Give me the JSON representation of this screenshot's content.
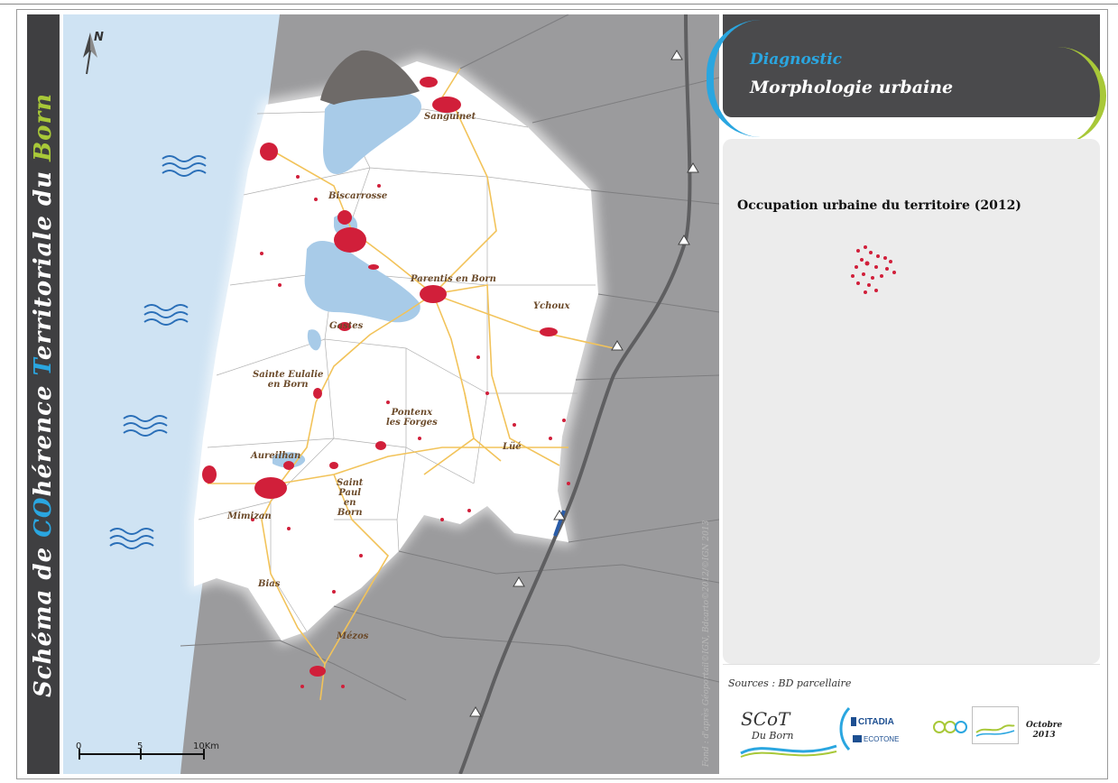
{
  "sidebar": {
    "title_prefix": "Schéma de ",
    "title_acc1": "CO",
    "title_mid1": "hérence ",
    "title_acc2": "T",
    "title_mid2": "erritoriale du ",
    "title_acc3": "Born"
  },
  "map": {
    "north_label": "N",
    "scale": {
      "label_0": "0",
      "label_5": "5",
      "label_10": "10Km"
    },
    "credits": "Fond : d'après Géoportail©IGN, Bdcarto©2012/©IGN 2013",
    "towns": [
      {
        "id": "sanguinet",
        "name": "Sanguinet"
      },
      {
        "id": "biscarrosse",
        "name": "Biscarrosse"
      },
      {
        "id": "parentis",
        "name": "Parentis en Born"
      },
      {
        "id": "ychoux",
        "name": "Ychoux"
      },
      {
        "id": "gastes",
        "name": "Gastes"
      },
      {
        "id": "sainte-eulalie",
        "name": "Sainte Eulalie\nen Born"
      },
      {
        "id": "pontenx",
        "name": "Pontenx\nles Forges"
      },
      {
        "id": "liet",
        "name": "Lüé"
      },
      {
        "id": "aureilhan",
        "name": "Aureilhan"
      },
      {
        "id": "saint-paul",
        "name": "Saint\nPaul\nen\nBorn"
      },
      {
        "id": "mimizan",
        "name": "Mimizan"
      },
      {
        "id": "bias",
        "name": "Bias"
      },
      {
        "id": "mezos",
        "name": "Mézos"
      }
    ],
    "colors": {
      "ocean": "#cfe3f3",
      "lake": "#a8cbe8",
      "territory": "#ffffff",
      "outside": "#9b9b9d",
      "road": "#f2c35a",
      "highway": "#5f5f61",
      "urban": "#d11f3a"
    }
  },
  "panel": {
    "header": {
      "diagnostic": "Diagnostic",
      "subtitle": "Morphologie urbaine"
    },
    "legend_title": "Occupation urbaine du territoire (2012)",
    "sources": "Sources : BD parcellaire",
    "logos": {
      "scot": "SCoT",
      "scot_sub": "Du Born",
      "citadia": "CITADIA",
      "ecotone": "ECOTONE"
    },
    "date": "Octobre\n2013"
  }
}
